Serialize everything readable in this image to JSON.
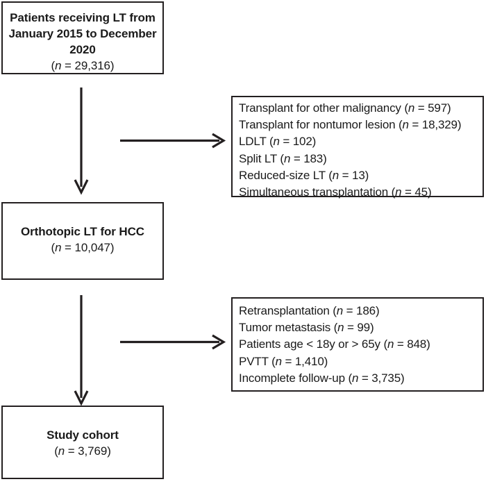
{
  "diagram": {
    "type": "study-flow-diagram",
    "colors": {
      "line": "#231f20",
      "background": "#ffffff",
      "text": "#1a1a1a"
    },
    "nodes": {
      "enrolled": {
        "title": "Patients receiving LT from January 2015 to December 2020",
        "count_prefix": "(",
        "count_var": "n",
        "count_value": " = 29,316)",
        "count_full": "(n = 29,316)"
      },
      "orthotopic": {
        "title": "Orthotopic LT for HCC",
        "count_prefix": "(",
        "count_var": "n",
        "count_value": " = 10,047)",
        "count_full": "(n = 10,047)"
      },
      "cohort": {
        "title": "Study cohort",
        "count_prefix": "(",
        "count_var": "n",
        "count_value": " = 3,769)",
        "count_full": "(n = 3,769)"
      }
    },
    "exclusions_1": {
      "lines": [
        {
          "label": "Transplant for other malignancy (",
          "var": "n",
          "value": " = 597)"
        },
        {
          "label": "Transplant for nontumor lesion (",
          "var": "n",
          "value": " = 18,329)"
        },
        {
          "label": "LDLT (",
          "var": "n",
          "value": " = 102)"
        },
        {
          "label": "Split LT (",
          "var": "n",
          "value": " = 183)"
        },
        {
          "label": "Reduced-size LT (",
          "var": "n",
          "value": " = 13)"
        },
        {
          "label": "Simultaneous transplantation (",
          "var": "n",
          "value": " = 45)"
        }
      ]
    },
    "exclusions_2": {
      "lines": [
        {
          "label": "Retransplantation (",
          "var": "n",
          "value": " = 186)"
        },
        {
          "label": "Tumor metastasis (",
          "var": "n",
          "value": " = 99)"
        },
        {
          "label": "Patients age < 18y or > 65y (",
          "var": "n",
          "value": " = 848)"
        },
        {
          "label": "PVTT (",
          "var": "n",
          "value": " = 1,410)"
        },
        {
          "label": "Incomplete follow-up (",
          "var": "n",
          "value": " = 3,735)"
        }
      ]
    }
  }
}
